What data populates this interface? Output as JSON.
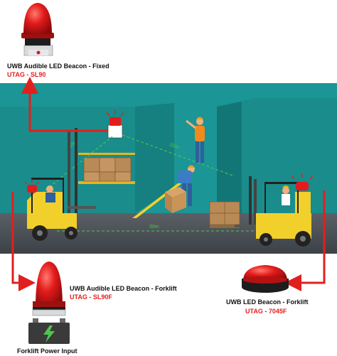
{
  "colors": {
    "accent_red": "#e0201e",
    "wall_teal": "#1b9595",
    "floor_gray": "#4a4f55",
    "forklift_yellow": "#f2d02c",
    "range_green": "#4fc54f",
    "beacon_red": "#e31b1b"
  },
  "beacon_fixed": {
    "title": "UWB Audible LED Beacon - Fixed",
    "tag": "UTAG - SL90"
  },
  "beacon_forklift_audible": {
    "title": "UWB Audible LED Beacon - Forklift",
    "tag": "UTAG - SL90F"
  },
  "beacon_forklift_led": {
    "title": "UWB LED Beacon - Forklift",
    "tag": "UTAG - 7045F"
  },
  "power": {
    "label": "Forklift Power Input"
  },
  "distances": {
    "d1": "10m",
    "d2": "20m",
    "d3": "30m"
  },
  "icons": [
    "siren-icon",
    "battery-icon",
    "forklift-icon",
    "worker-icon",
    "box-icon"
  ]
}
